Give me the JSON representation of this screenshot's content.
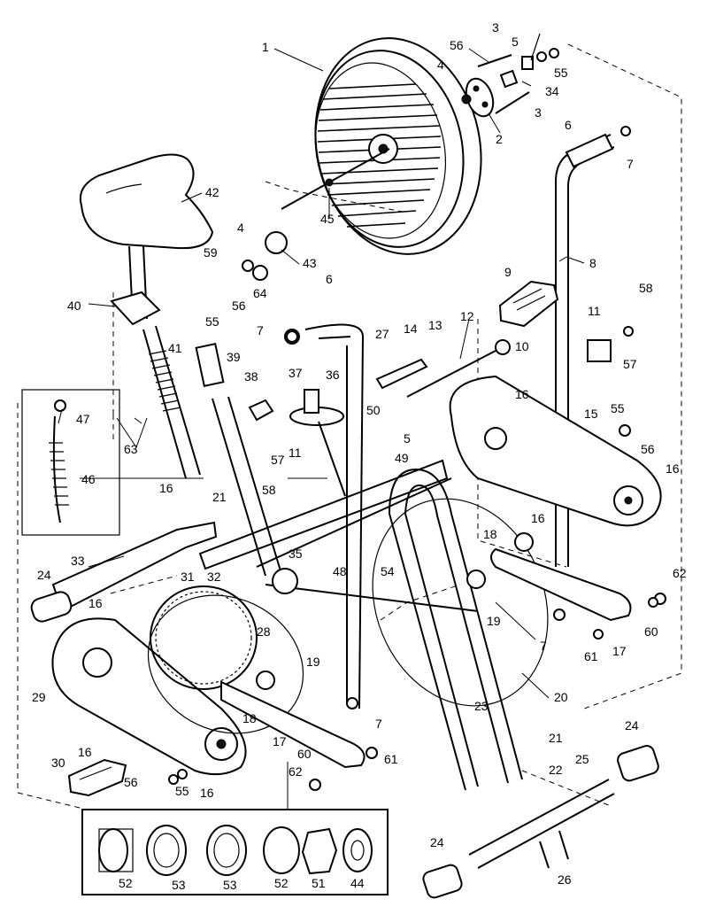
{
  "diagram": {
    "labels": [
      {
        "id": "p1",
        "text": "1"
      },
      {
        "id": "p56a",
        "text": "56"
      },
      {
        "id": "p3a",
        "text": "3"
      },
      {
        "id": "p5a",
        "text": "5"
      },
      {
        "id": "p4a",
        "text": "4"
      },
      {
        "id": "p55a",
        "text": "55"
      },
      {
        "id": "p34",
        "text": "34"
      },
      {
        "id": "p3b",
        "text": "3"
      },
      {
        "id": "p2",
        "text": "2"
      },
      {
        "id": "p6a",
        "text": "6"
      },
      {
        "id": "p7a",
        "text": "7"
      },
      {
        "id": "p42",
        "text": "42"
      },
      {
        "id": "p45",
        "text": "45"
      },
      {
        "id": "p4b",
        "text": "4"
      },
      {
        "id": "p8",
        "text": "8"
      },
      {
        "id": "p59",
        "text": "59"
      },
      {
        "id": "p43",
        "text": "43"
      },
      {
        "id": "p9",
        "text": "9"
      },
      {
        "id": "p64",
        "text": "64"
      },
      {
        "id": "p40",
        "text": "40"
      },
      {
        "id": "p55b",
        "text": "55"
      },
      {
        "id": "p56b",
        "text": "56"
      },
      {
        "id": "p6b",
        "text": "6"
      },
      {
        "id": "p58a",
        "text": "58"
      },
      {
        "id": "p12",
        "text": "12"
      },
      {
        "id": "p11a",
        "text": "11"
      },
      {
        "id": "p7b",
        "text": "7"
      },
      {
        "id": "p27",
        "text": "27"
      },
      {
        "id": "p14",
        "text": "14"
      },
      {
        "id": "p13",
        "text": "13"
      },
      {
        "id": "p10",
        "text": "10"
      },
      {
        "id": "p57a",
        "text": "57"
      },
      {
        "id": "p41",
        "text": "41"
      },
      {
        "id": "p39",
        "text": "39"
      },
      {
        "id": "p37",
        "text": "37"
      },
      {
        "id": "p36",
        "text": "36"
      },
      {
        "id": "p16a",
        "text": "16"
      },
      {
        "id": "p38",
        "text": "38"
      },
      {
        "id": "p47",
        "text": "47"
      },
      {
        "id": "p15",
        "text": "15"
      },
      {
        "id": "p55c",
        "text": "55"
      },
      {
        "id": "p50",
        "text": "50"
      },
      {
        "id": "p5b",
        "text": "5"
      },
      {
        "id": "p63",
        "text": "63"
      },
      {
        "id": "p56c",
        "text": "56"
      },
      {
        "id": "p49",
        "text": "49"
      },
      {
        "id": "p57b",
        "text": "57"
      },
      {
        "id": "p11b",
        "text": "11"
      },
      {
        "id": "p46",
        "text": "46"
      },
      {
        "id": "p21a",
        "text": "21"
      },
      {
        "id": "p58b",
        "text": "58"
      },
      {
        "id": "p16b",
        "text": "16"
      },
      {
        "id": "p16c",
        "text": "16"
      },
      {
        "id": "p16d",
        "text": "16"
      },
      {
        "id": "p18a",
        "text": "18"
      },
      {
        "id": "p35",
        "text": "35"
      },
      {
        "id": "p48",
        "text": "48"
      },
      {
        "id": "p54",
        "text": "54"
      },
      {
        "id": "p33",
        "text": "33"
      },
      {
        "id": "p24a",
        "text": "24"
      },
      {
        "id": "p31",
        "text": "31"
      },
      {
        "id": "p32",
        "text": "32"
      },
      {
        "id": "p62a",
        "text": "62"
      },
      {
        "id": "p19a",
        "text": "19"
      },
      {
        "id": "p16e",
        "text": "16"
      },
      {
        "id": "p60a",
        "text": "60"
      },
      {
        "id": "p28",
        "text": "28"
      },
      {
        "id": "p7c",
        "text": "7"
      },
      {
        "id": "p17a",
        "text": "17"
      },
      {
        "id": "p61a",
        "text": "61"
      },
      {
        "id": "p19b",
        "text": "19"
      },
      {
        "id": "p29",
        "text": "29"
      },
      {
        "id": "p20",
        "text": "20"
      },
      {
        "id": "p18b",
        "text": "18"
      },
      {
        "id": "p7d",
        "text": "7"
      },
      {
        "id": "p17b",
        "text": "17"
      },
      {
        "id": "p23",
        "text": "23"
      },
      {
        "id": "p24b",
        "text": "24"
      },
      {
        "id": "p21b",
        "text": "21"
      },
      {
        "id": "p16f",
        "text": "16"
      },
      {
        "id": "p60b",
        "text": "60"
      },
      {
        "id": "p61b",
        "text": "61"
      },
      {
        "id": "p22",
        "text": "22"
      },
      {
        "id": "p30",
        "text": "30"
      },
      {
        "id": "p62b",
        "text": "62"
      },
      {
        "id": "p25",
        "text": "25"
      },
      {
        "id": "p56d",
        "text": "56"
      },
      {
        "id": "p55d",
        "text": "55"
      },
      {
        "id": "p16g",
        "text": "16"
      },
      {
        "id": "p24c",
        "text": "24"
      },
      {
        "id": "p52a",
        "text": "52"
      },
      {
        "id": "p53a",
        "text": "53"
      },
      {
        "id": "p53b",
        "text": "53"
      },
      {
        "id": "p52b",
        "text": "52"
      },
      {
        "id": "p51",
        "text": "51"
      },
      {
        "id": "p44",
        "text": "44"
      },
      {
        "id": "p26",
        "text": "26"
      }
    ]
  }
}
